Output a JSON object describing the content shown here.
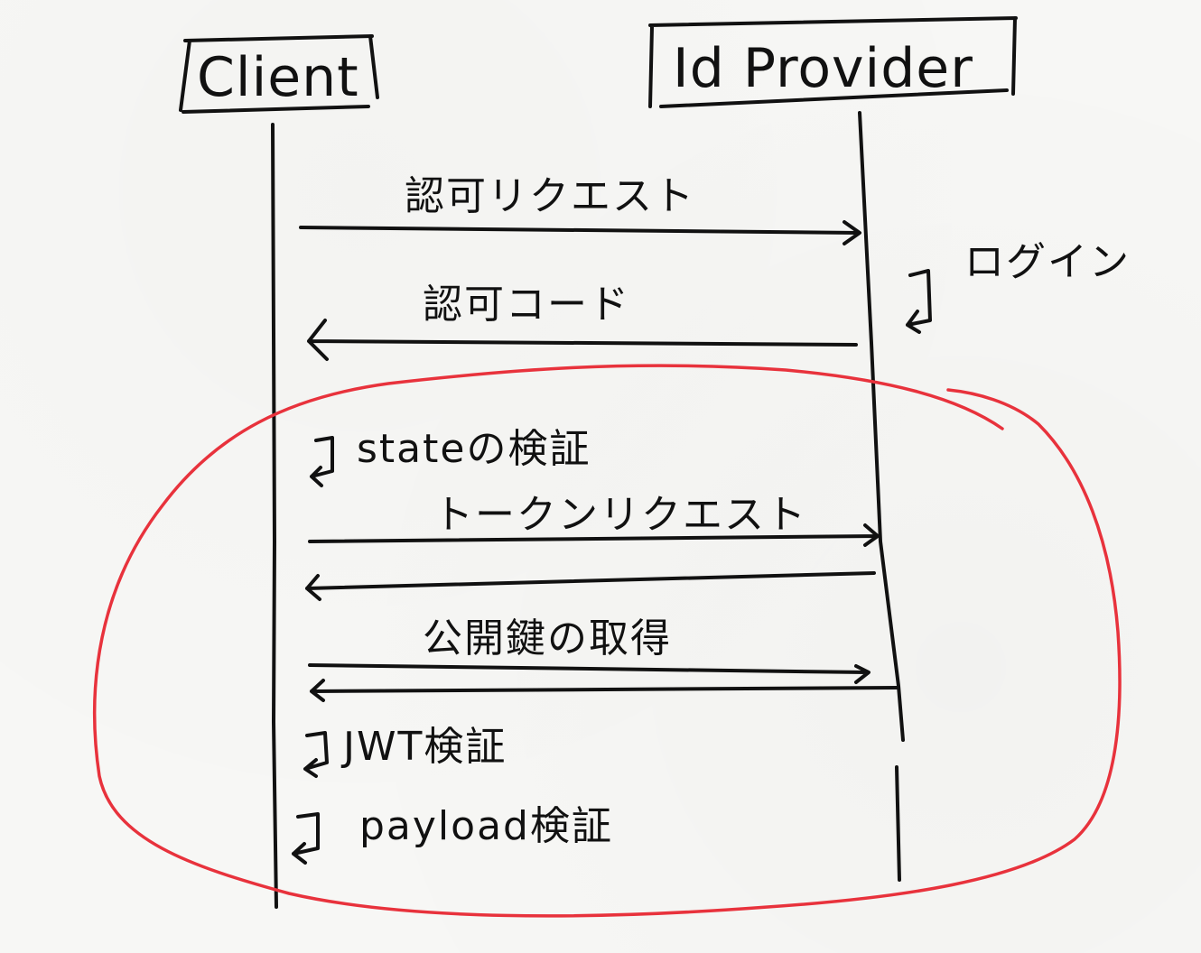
{
  "actors": {
    "client": "Client",
    "provider": "Id Provider"
  },
  "messages": {
    "auth_request": "認可リクエスト",
    "auth_code": "認可コード",
    "token_request": "トークンリクエスト",
    "public_key": "公開鍵の取得"
  },
  "notes": {
    "login": "ログイン",
    "state_verify": "stateの検証",
    "jwt_verify": "JWT検証",
    "payload_verify": "payload検証"
  },
  "colors": {
    "ink": "#111111",
    "highlight": "#e8323c",
    "paper": "#f7f7f5"
  }
}
